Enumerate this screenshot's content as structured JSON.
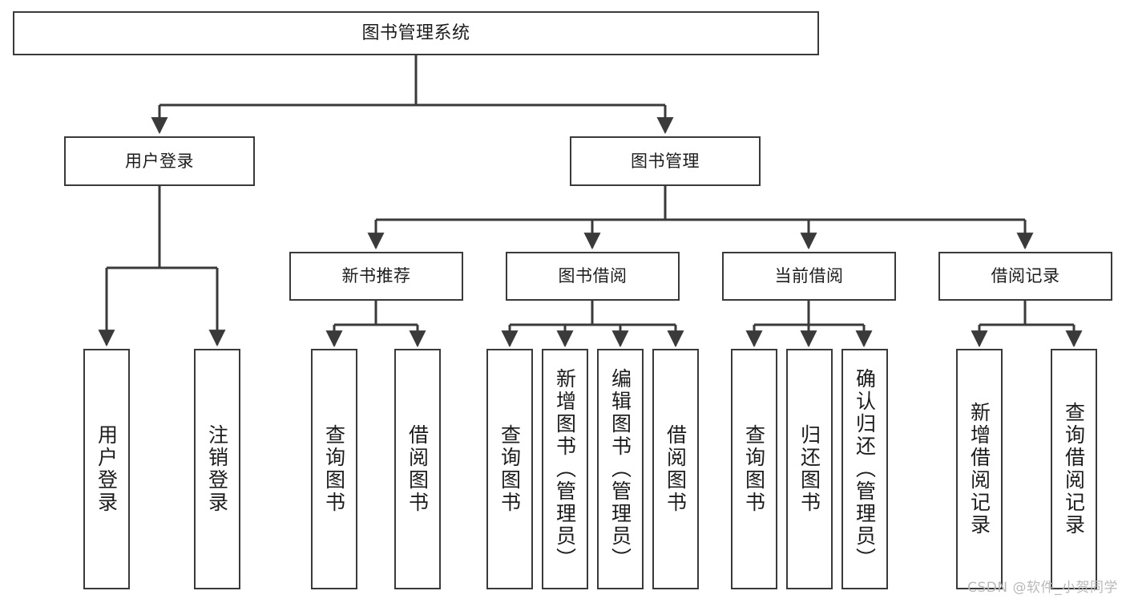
{
  "diagram": {
    "title": "图书管理系统",
    "type": "tree-hierarchy-diagram",
    "colors": {
      "box_border": "#3a3a3a",
      "box_fill": "#ffffff",
      "connector": "#3a3a3a",
      "text": "#1c1c1c",
      "watermark": "#b9b9b9",
      "background": "#ffffff"
    },
    "watermark": "CSDN @软件_小贺同学",
    "nodes": {
      "root": {
        "label": "图书管理系统"
      },
      "level2": [
        {
          "label": "用户登录"
        },
        {
          "label": "图书管理"
        }
      ],
      "level3": [
        {
          "label": "新书推荐"
        },
        {
          "label": "图书借阅"
        },
        {
          "label": "当前借阅"
        },
        {
          "label": "借阅记录"
        }
      ],
      "leaves": {
        "user_login": [
          {
            "label": "用户登录"
          },
          {
            "label": "注销登录"
          }
        ],
        "new_book_recommend": [
          {
            "label": "查询图书"
          },
          {
            "label": "借阅图书"
          }
        ],
        "book_borrow": [
          {
            "label": "查询图书"
          },
          {
            "label": "新增图书（管理员）"
          },
          {
            "label": "编辑图书（管理员）"
          },
          {
            "label": "借阅图书"
          }
        ],
        "current_borrow": [
          {
            "label": "查询图书"
          },
          {
            "label": "归还图书"
          },
          {
            "label": "确认归还（管理员）"
          }
        ],
        "borrow_record": [
          {
            "label": "新增借阅记录"
          },
          {
            "label": "查询借阅记录"
          }
        ]
      }
    }
  }
}
